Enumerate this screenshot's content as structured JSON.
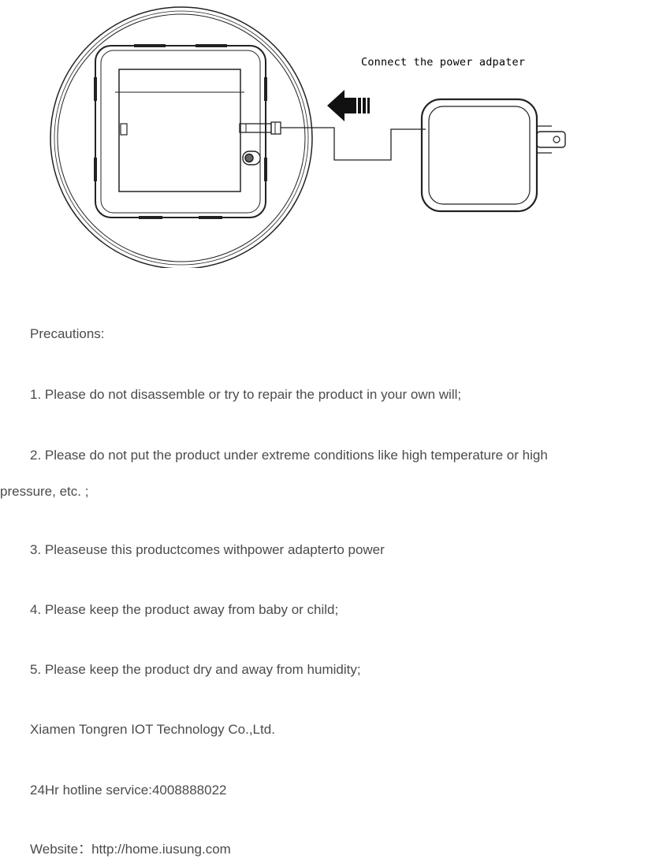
{
  "diagram": {
    "caption": "Connect the power adpater",
    "parts": [
      "device-top-view",
      "arrow-icon",
      "cable",
      "power-adapter"
    ]
  },
  "precautions": {
    "heading": "Precautions:",
    "item1": "1. Please do not disassemble or try to repair the product in your own will;",
    "item2_line1": "2. Please do not put the product under extreme conditions like high temperature or high",
    "item2_line2": "pressure, etc. ;",
    "item3": "3. Pleaseuse this productcomes withpower adapterto power",
    "item4": "4. Please keep the product away from baby or child;",
    "item5": "5. Please keep the product dry and away from humidity;"
  },
  "company": {
    "name": "Xiamen Tongren IOT Technology Co.,Ltd.",
    "hotline": "24Hr hotline service:4008888022",
    "website": "Website：http://home.iusung.com"
  }
}
